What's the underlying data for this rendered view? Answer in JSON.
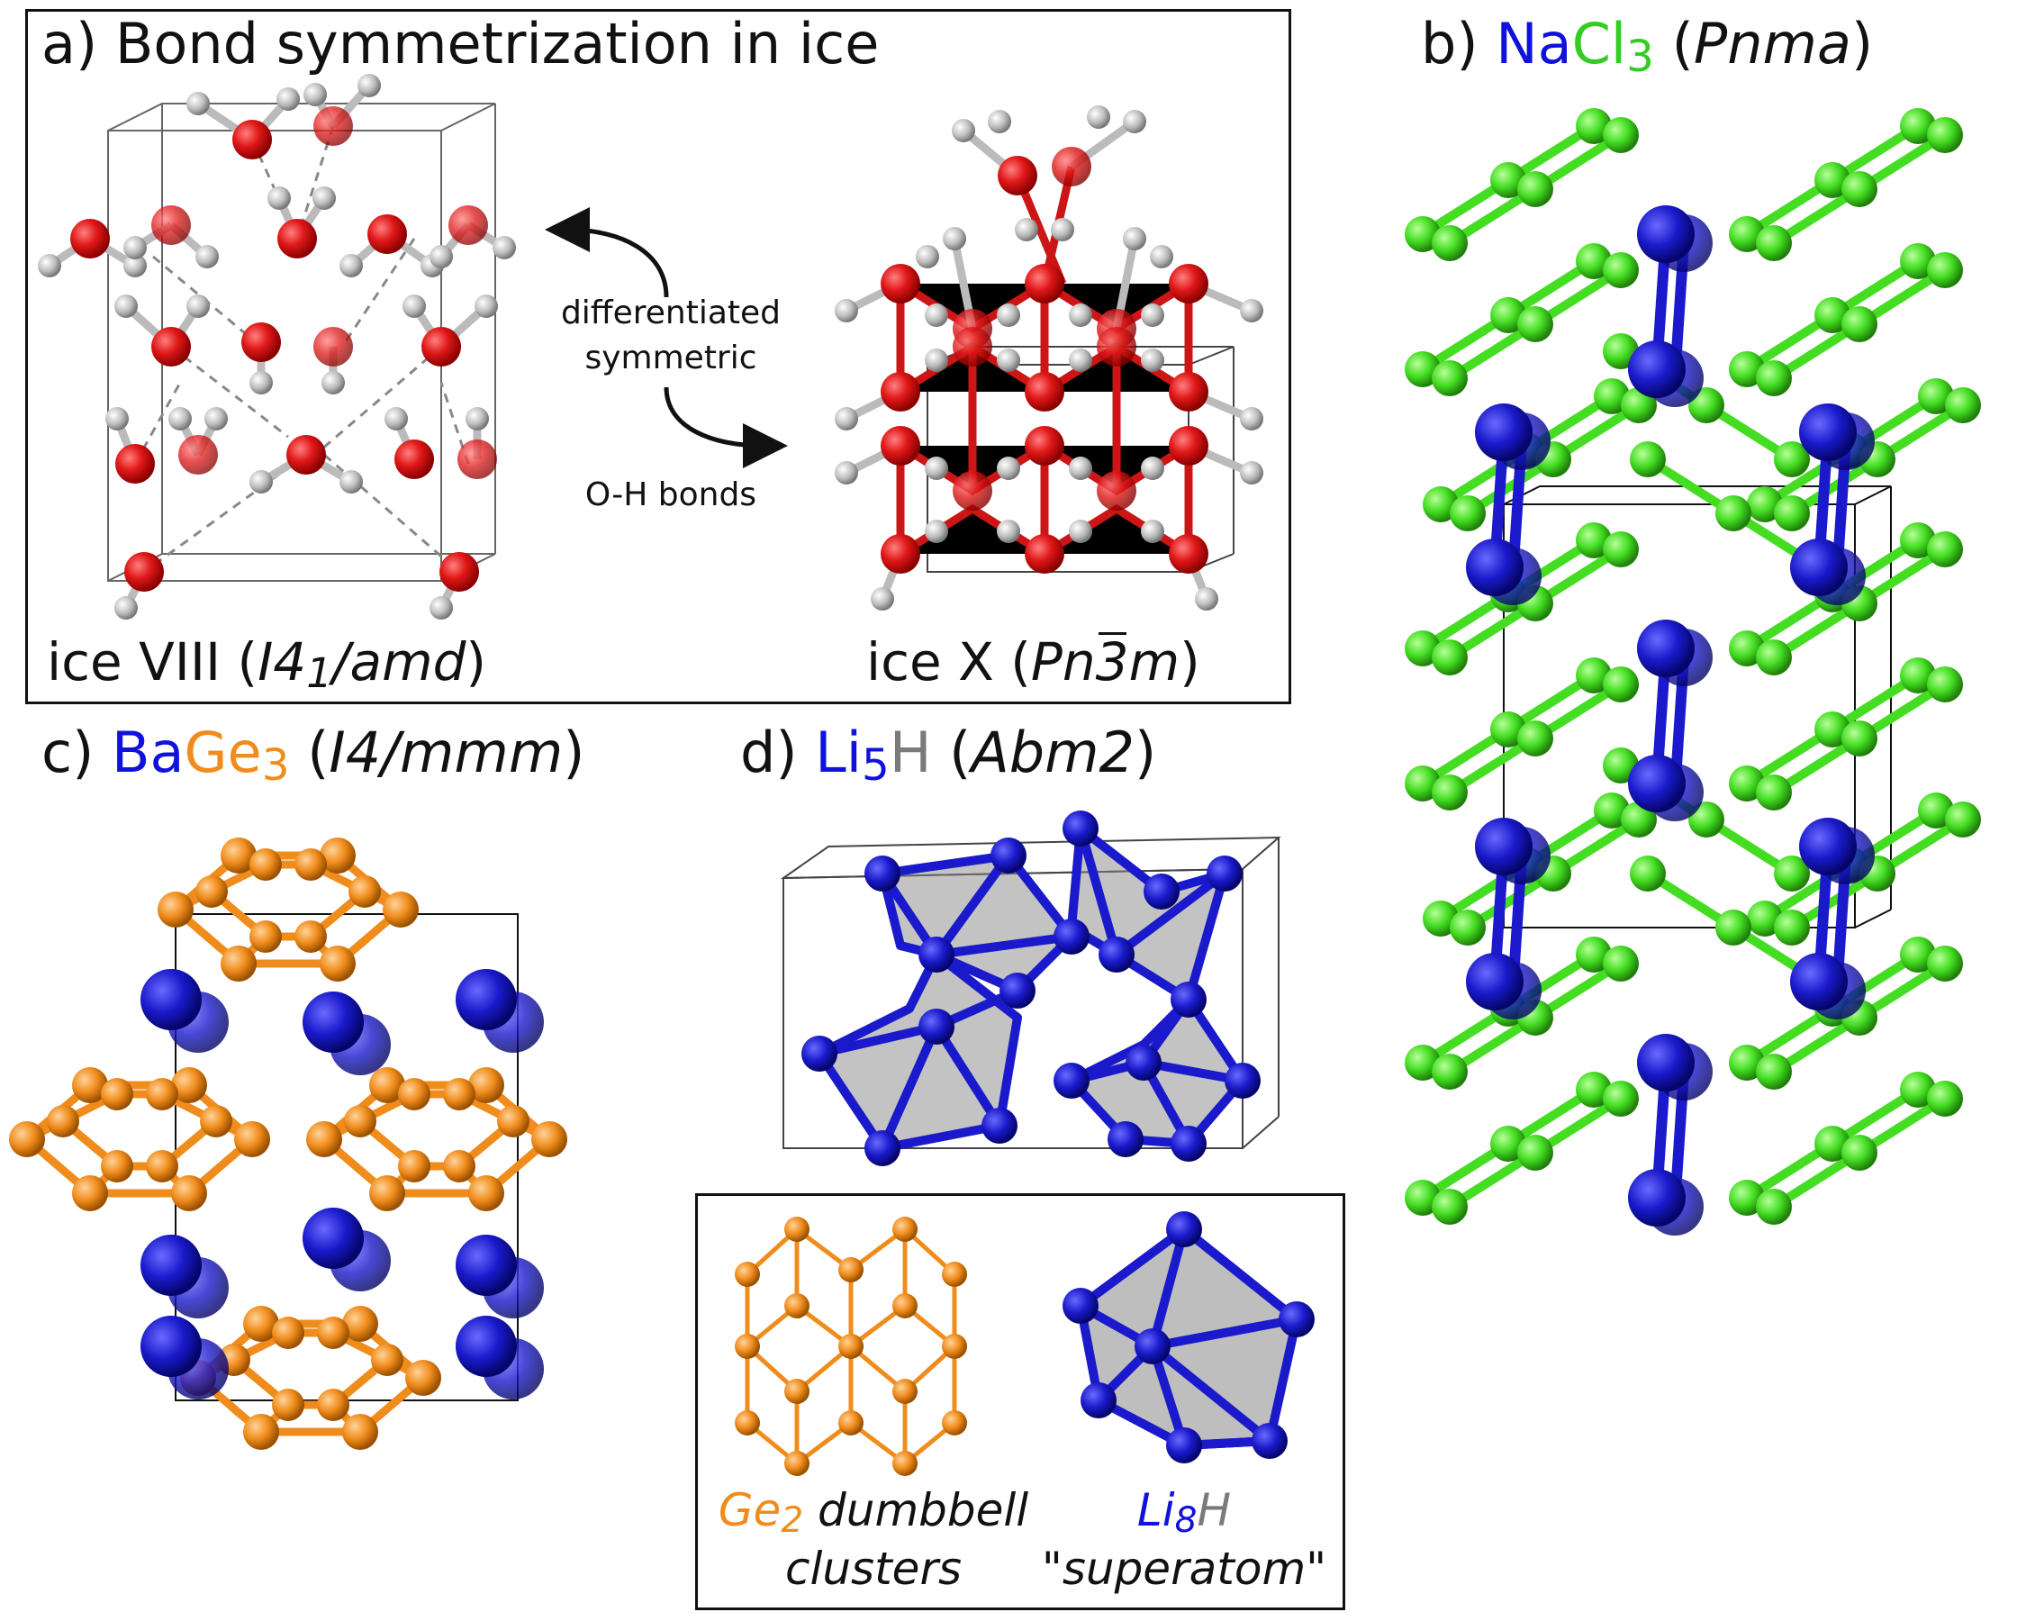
{
  "panel_a": {
    "title": "a) Bond symmetrization in ice",
    "arrow_labels": [
      "differentiated",
      "symmetric",
      "O-H bonds"
    ],
    "left_label": "ice VIII (",
    "left_sg_1": "I4",
    "left_sg_sub": "1",
    "left_sg_2": "/amd",
    "left_close": ")",
    "right_label": "ice X (",
    "right_sg_1": "Pn",
    "right_sg_bar": "3",
    "right_sg_2": "m",
    "right_close": ")"
  },
  "panel_b": {
    "prefix": "b) ",
    "el1": "Na",
    "el2": "Cl",
    "el2_sub": "3",
    "sg_open": " (",
    "sg": "Pnma",
    "sg_close": ")"
  },
  "panel_c": {
    "prefix": "c) ",
    "el1": "Ba",
    "el2": "Ge",
    "el2_sub": "3",
    "sg_open": " (",
    "sg": "I4/mmm",
    "sg_close": ")"
  },
  "panel_d": {
    "prefix": "d) ",
    "el1": "Li",
    "el1_sub": "5",
    "el2": "H",
    "sg_open": " (",
    "sg": "Abm2",
    "sg_close": ")"
  },
  "legend": {
    "ge_el": "Ge",
    "ge_sub": "2",
    "ge_text1": " dumbbell",
    "ge_text2": "clusters",
    "li_el": "Li",
    "li_sub": "8",
    "li_el2": "H",
    "li_text2": "\"superatom\""
  },
  "colors": {
    "oxygen": "#e01818",
    "hydrogen": "#c8c8c8",
    "sodium": "#1a1acc",
    "chlorine": "#44dd22",
    "barium": "#1a1acc",
    "germanium": "#f08c1c",
    "lithium": "#1a1acc",
    "li_hydrogen_polyhedron": "#9a9a9a"
  }
}
